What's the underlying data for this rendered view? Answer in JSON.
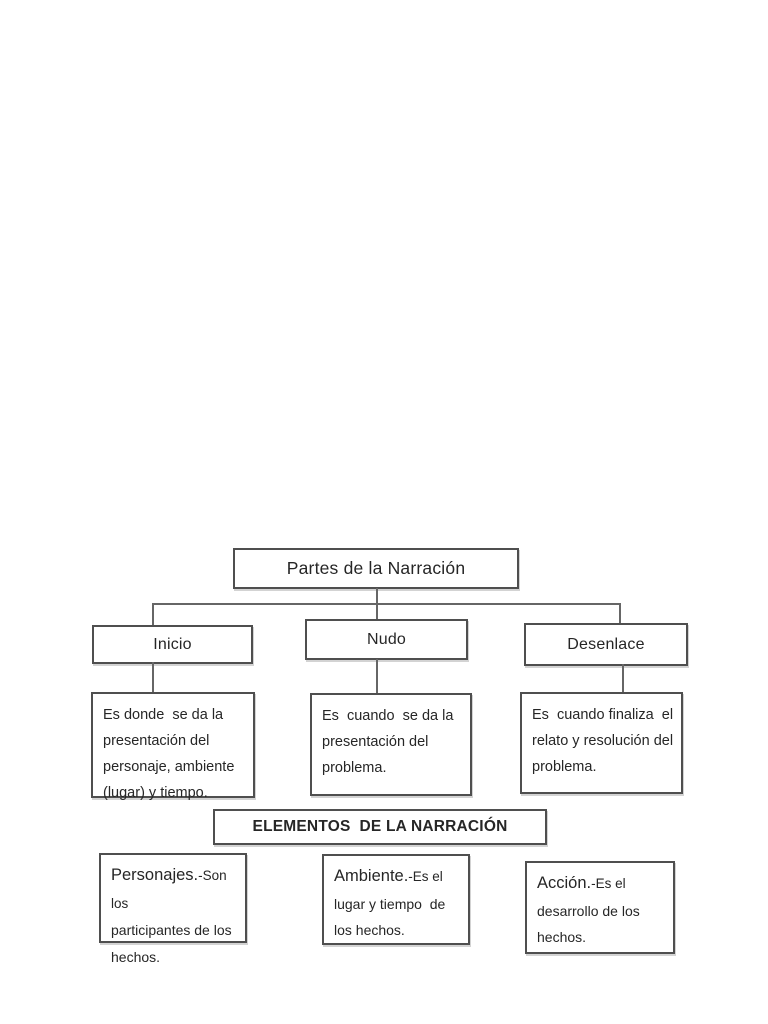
{
  "diagram": {
    "title": "Partes de la Narración",
    "parts": [
      {
        "label": "Inicio",
        "desc_lines": [
          "Es donde  se da la",
          "presentación del",
          "personaje, ambiente",
          "(lugar) y tiempo."
        ]
      },
      {
        "label": "Nudo",
        "desc_lines": [
          "Es  cuando  se da la",
          "presentación del",
          "problema."
        ]
      },
      {
        "label": "Desenlace",
        "desc_lines": [
          "Es  cuando finaliza  el",
          "relato y resolución del",
          "problema."
        ]
      }
    ],
    "elements_header": "ELEMENTOS  DE LA NARRACIÓN",
    "elements": [
      {
        "term": "Personajes.",
        "after_term": "-Son los",
        "lines": [
          "participantes de los",
          "hechos."
        ]
      },
      {
        "term": "Ambiente.",
        "after_term": "-Es el",
        "lines": [
          "lugar y tiempo  de",
          "los hechos."
        ]
      },
      {
        "term": "Acción.",
        "after_term": "-Es el",
        "lines": [
          "desarrollo de los",
          "hechos."
        ]
      }
    ],
    "colors": {
      "line": "#666666",
      "border": "#4f4f4f",
      "text": "#262626",
      "background": "#ffffff"
    }
  }
}
